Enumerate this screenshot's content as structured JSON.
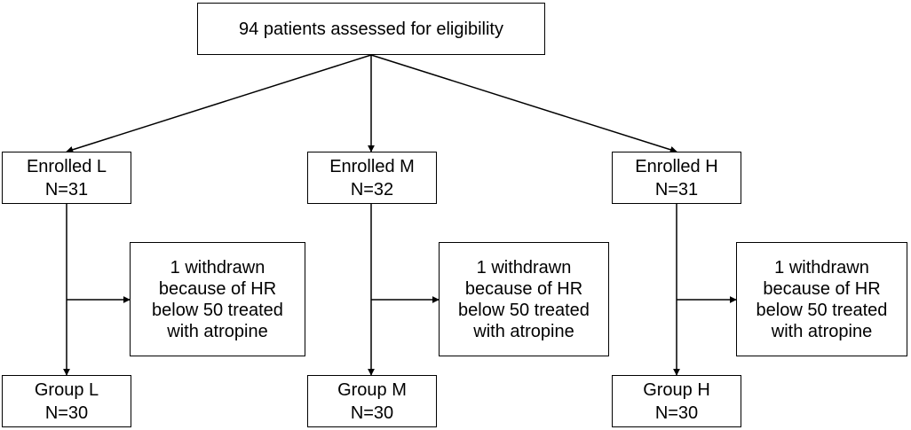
{
  "assessment": {
    "label": "94 patients assessed for eligibility"
  },
  "enrolled": [
    {
      "label": "Enrolled L",
      "count": "N=31"
    },
    {
      "label": "Enrolled M",
      "count": "N=32"
    },
    {
      "label": "Enrolled H",
      "count": "N=31"
    }
  ],
  "withdrawn": [
    {
      "lines": [
        "1 withdrawn",
        "because of HR",
        "below 50 treated",
        "with atropine"
      ]
    },
    {
      "lines": [
        "1 withdrawn",
        "because of HR",
        "below 50 treated",
        "with atropine"
      ]
    },
    {
      "lines": [
        "1 withdrawn",
        "because of HR",
        "below 50 treated",
        "with atropine"
      ]
    }
  ],
  "groups": [
    {
      "label": "Group L",
      "count": "N=30"
    },
    {
      "label": "Group M",
      "count": "N=30"
    },
    {
      "label": "Group H",
      "count": "N=30"
    }
  ]
}
